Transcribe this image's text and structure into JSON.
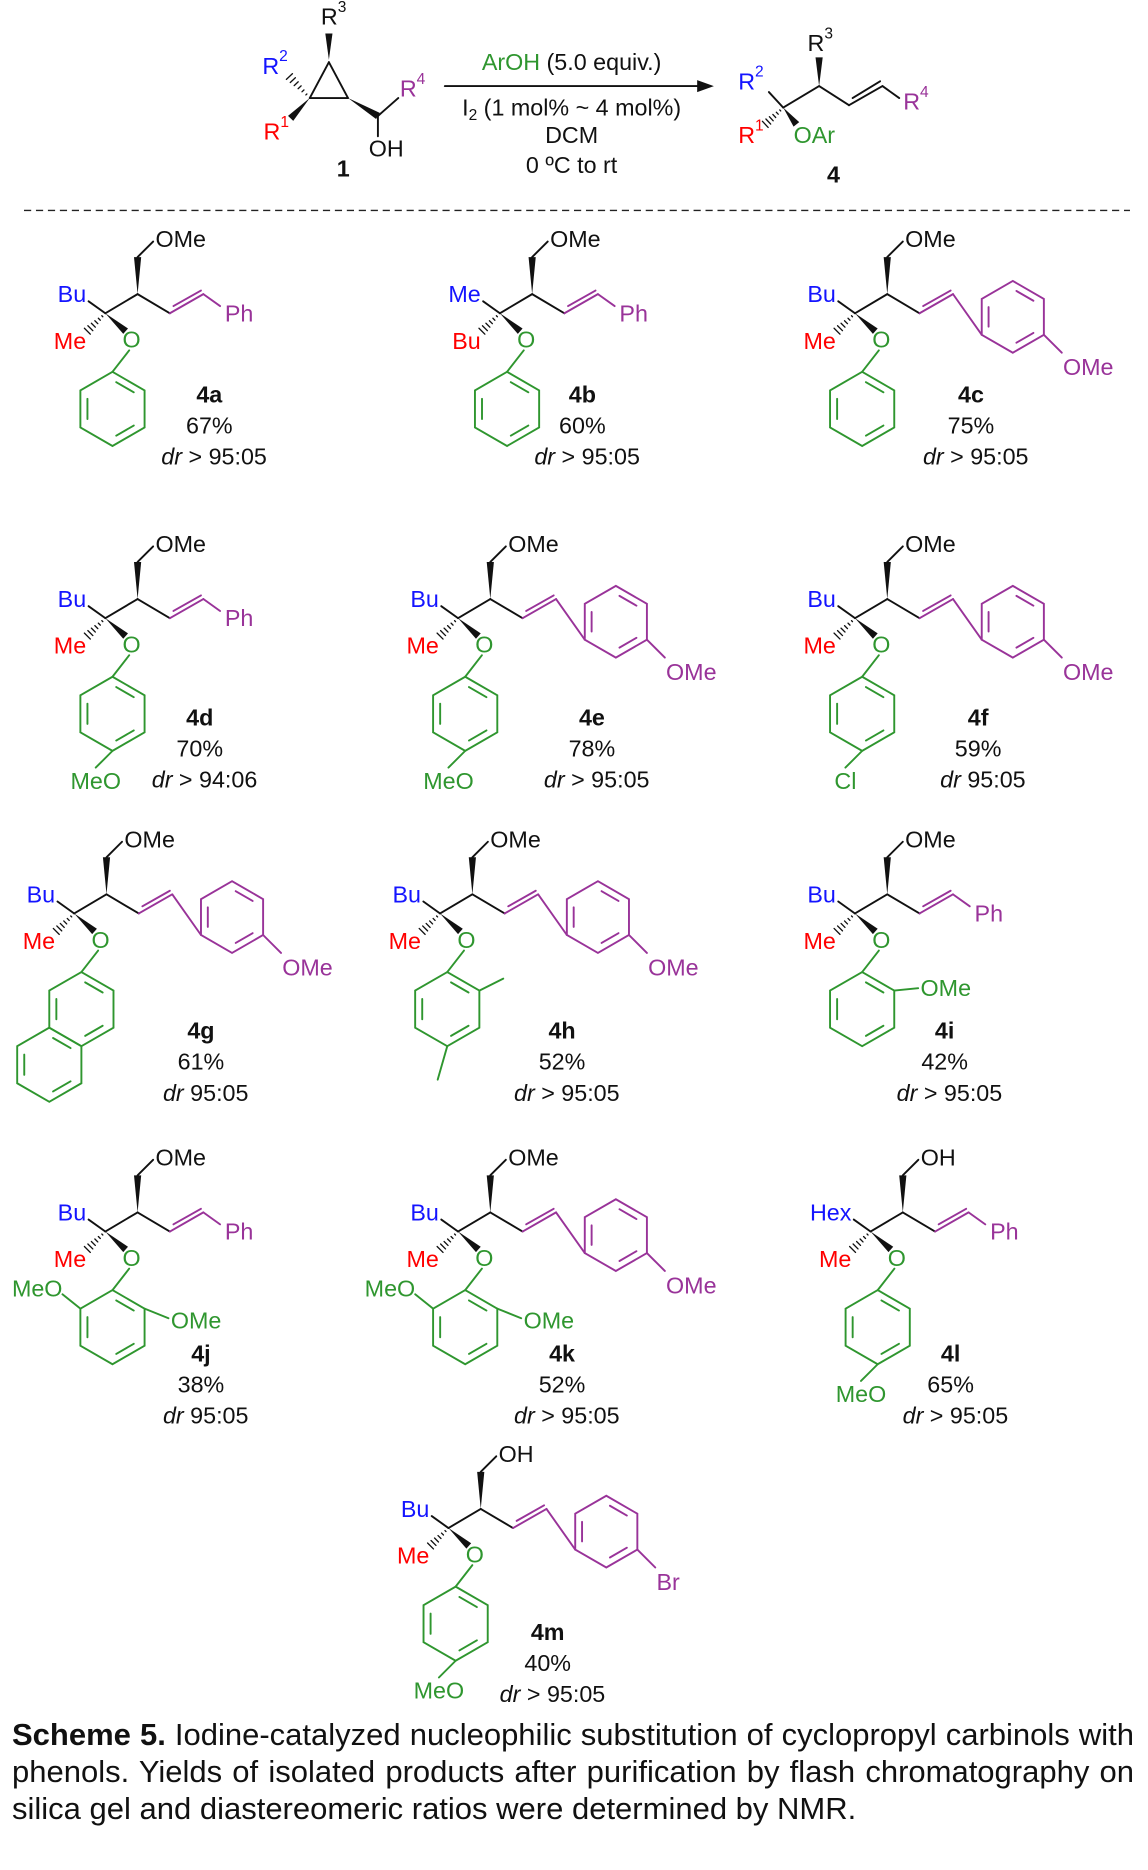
{
  "colors": {
    "r1": "#ff0000",
    "r2": "#1414ff",
    "ar": "#2f962f",
    "r4": "#993399",
    "black": "#111111"
  },
  "scheme": {
    "reactant": {
      "r3": "R",
      "r3_sup": "3",
      "r2": "R",
      "r2_sup": "2",
      "r1": "R",
      "r1_sup": "1",
      "r4": "R",
      "r4_sup": "4",
      "oh": "OH",
      "number": "1"
    },
    "conditions": {
      "reagent": "ArOH",
      "reagent_amount": " (5.0 equiv.)",
      "catalyst": "I",
      "catalyst_sub": "2",
      "catalyst_amount": " (1 mol% ~ 4 mol%)",
      "solvent": "DCM",
      "temperature": "0 ºC to rt"
    },
    "product": {
      "r3": "R",
      "r3_sup": "3",
      "r2": "R",
      "r2_sup": "2",
      "r1": "R",
      "r1_sup": "1",
      "oar": "OAr",
      "r4": "R",
      "r4_sup": "4",
      "number": "4"
    }
  },
  "dr_label": "dr",
  "compounds": [
    {
      "id": "4a",
      "yield": "67%",
      "dr": " > 95:05",
      "r2": "Bu",
      "r1": "Me",
      "top": "OMe",
      "o": "O",
      "right": "Ph",
      "ar_subs": []
    },
    {
      "id": "4b",
      "yield": "60%",
      "dr": " > 95:05",
      "r2": "Me",
      "r1": "Bu",
      "top": "OMe",
      "o": "O",
      "right": "Ph",
      "ar_subs": []
    },
    {
      "id": "4c",
      "yield": "75%",
      "dr": " > 95:05",
      "r2": "Bu",
      "r1": "Me",
      "top": "OMe",
      "o": "O",
      "right": "OMe",
      "ar_subs": []
    },
    {
      "id": "4d",
      "yield": "70%",
      "dr": " > 94:06",
      "r2": "Bu",
      "r1": "Me",
      "top": "OMe",
      "o": "O",
      "right": "Ph",
      "ar_subs": [
        "MeO"
      ]
    },
    {
      "id": "4e",
      "yield": "78%",
      "dr": " > 95:05",
      "r2": "Bu",
      "r1": "Me",
      "top": "OMe",
      "o": "O",
      "right": "OMe",
      "ar_subs": [
        "MeO"
      ]
    },
    {
      "id": "4f",
      "yield": "59%",
      "dr": " 95:05",
      "r2": "Bu",
      "r1": "Me",
      "top": "OMe",
      "o": "O",
      "right": "OMe",
      "ar_subs": [
        "Cl"
      ]
    },
    {
      "id": "4g",
      "yield": "61%",
      "dr": " 95:05",
      "r2": "Bu",
      "r1": "Me",
      "top": "OMe",
      "o": "O",
      "right": "OMe",
      "ar_subs": []
    },
    {
      "id": "4h",
      "yield": "52%",
      "dr": " > 95:05",
      "r2": "Bu",
      "r1": "Me",
      "top": "OMe",
      "o": "O",
      "right": "OMe",
      "ar_subs": []
    },
    {
      "id": "4i",
      "yield": "42%",
      "dr": " > 95:05",
      "r2": "Bu",
      "r1": "Me",
      "top": "OMe",
      "o": "O",
      "right": "Ph",
      "ar_subs": [
        "OMe"
      ]
    },
    {
      "id": "4j",
      "yield": "38%",
      "dr": " 95:05",
      "r2": "Bu",
      "r1": "Me",
      "top": "OMe",
      "o": "O",
      "right": "Ph",
      "ar_subs": [
        "MeO",
        "OMe"
      ]
    },
    {
      "id": "4k",
      "yield": "52%",
      "dr": " > 95:05",
      "r2": "Bu",
      "r1": "Me",
      "top": "OMe",
      "o": "O",
      "right": "OMe",
      "ar_subs": [
        "MeO",
        "OMe"
      ]
    },
    {
      "id": "4l",
      "yield": "65%",
      "dr": " > 95:05",
      "r2": "Hex",
      "r1": "Me",
      "top": "OH",
      "o": "O",
      "right": "Ph",
      "ar_subs": [
        "MeO"
      ]
    },
    {
      "id": "4m",
      "yield": "40%",
      "dr": " > 95:05",
      "r2": "Bu",
      "r1": "Me",
      "top": "OH",
      "o": "O",
      "right": "Br",
      "ar_subs": [
        "MeO"
      ]
    }
  ],
  "caption": {
    "label": "Scheme 5.",
    "text": " Iodine-catalyzed nucleophilic substitution of cyclopropyl carbinols with phenols. Yields of isolated products after purification by flash chromatography on silica gel and diastereomeric ratios were determined by NMR."
  }
}
